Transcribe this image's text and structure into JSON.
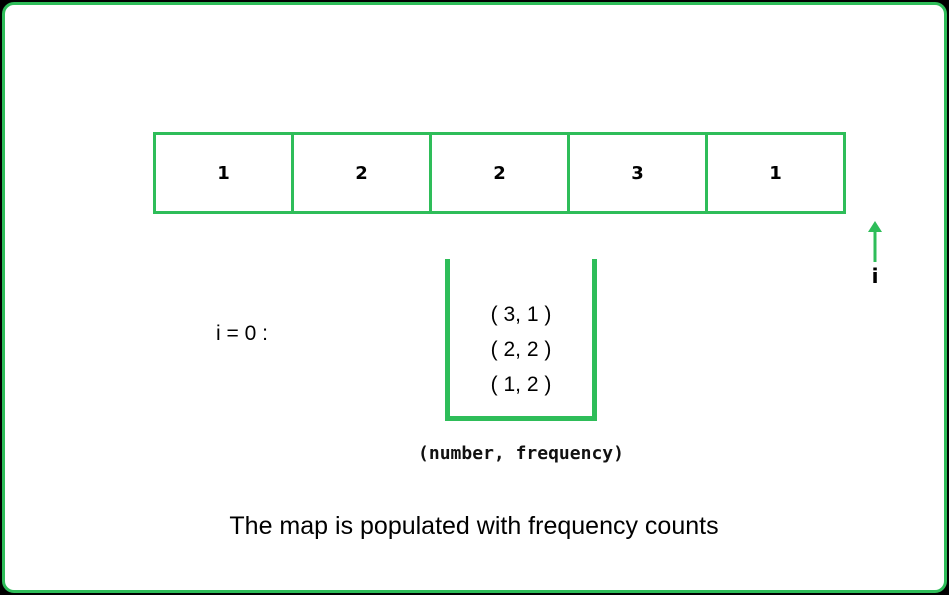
{
  "colors": {
    "accent": "#2ebd59",
    "background": "#ffffff",
    "outer": "#000000",
    "text": "#000000"
  },
  "array": {
    "cells": [
      "1",
      "2",
      "2",
      "3",
      "1"
    ]
  },
  "pointer": {
    "label": "i",
    "icon": "up-arrow-icon"
  },
  "step": {
    "label": "i = 0 :"
  },
  "map": {
    "pairs": [
      "( 3, 1 )",
      "( 2, 2 )",
      "( 1, 2 )"
    ],
    "legend": "(number, frequency)"
  },
  "caption": "The map is populated with frequency counts"
}
